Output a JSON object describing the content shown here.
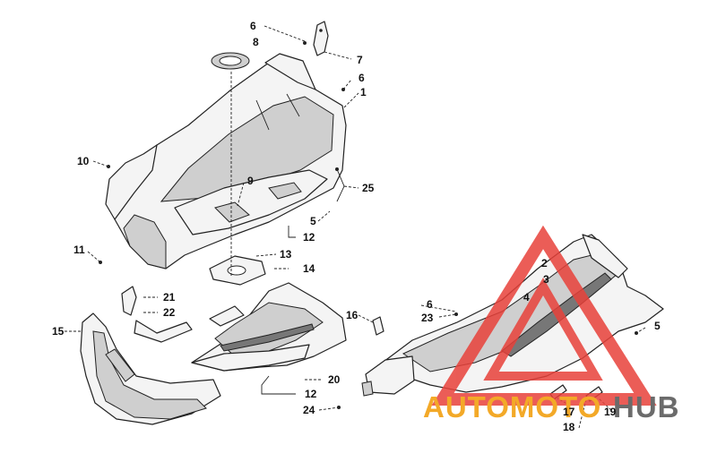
{
  "callouts": [
    {
      "id": "c6a",
      "text": "6"
    },
    {
      "id": "c8",
      "text": "8"
    },
    {
      "id": "c7",
      "text": "7"
    },
    {
      "id": "c6b",
      "text": "6"
    },
    {
      "id": "c1",
      "text": "1"
    },
    {
      "id": "c10",
      "text": "10"
    },
    {
      "id": "c9",
      "text": "9"
    },
    {
      "id": "c25",
      "text": "25"
    },
    {
      "id": "c5a",
      "text": "5"
    },
    {
      "id": "c12a",
      "text": "12"
    },
    {
      "id": "c11",
      "text": "11"
    },
    {
      "id": "c13",
      "text": "13"
    },
    {
      "id": "c14",
      "text": "14"
    },
    {
      "id": "c2",
      "text": "2"
    },
    {
      "id": "c3",
      "text": "3"
    },
    {
      "id": "c21",
      "text": "21"
    },
    {
      "id": "c22",
      "text": "22"
    },
    {
      "id": "c4",
      "text": "4"
    },
    {
      "id": "c6c",
      "text": "6"
    },
    {
      "id": "c23",
      "text": "23"
    },
    {
      "id": "c16",
      "text": "16"
    },
    {
      "id": "c5b",
      "text": "5"
    },
    {
      "id": "c15",
      "text": "15"
    },
    {
      "id": "c20",
      "text": "20"
    },
    {
      "id": "c12b",
      "text": "12"
    },
    {
      "id": "c24",
      "text": "24"
    },
    {
      "id": "c17",
      "text": "17"
    },
    {
      "id": "c19",
      "text": "19"
    },
    {
      "id": "c18",
      "text": "18"
    }
  ],
  "watermark": {
    "part1": "AUTOMOTO",
    "part2": "HUB",
    "color_primary": "#f3a928",
    "color_secondary": "#6b6b6b",
    "triangle_color": "#e8413a"
  }
}
